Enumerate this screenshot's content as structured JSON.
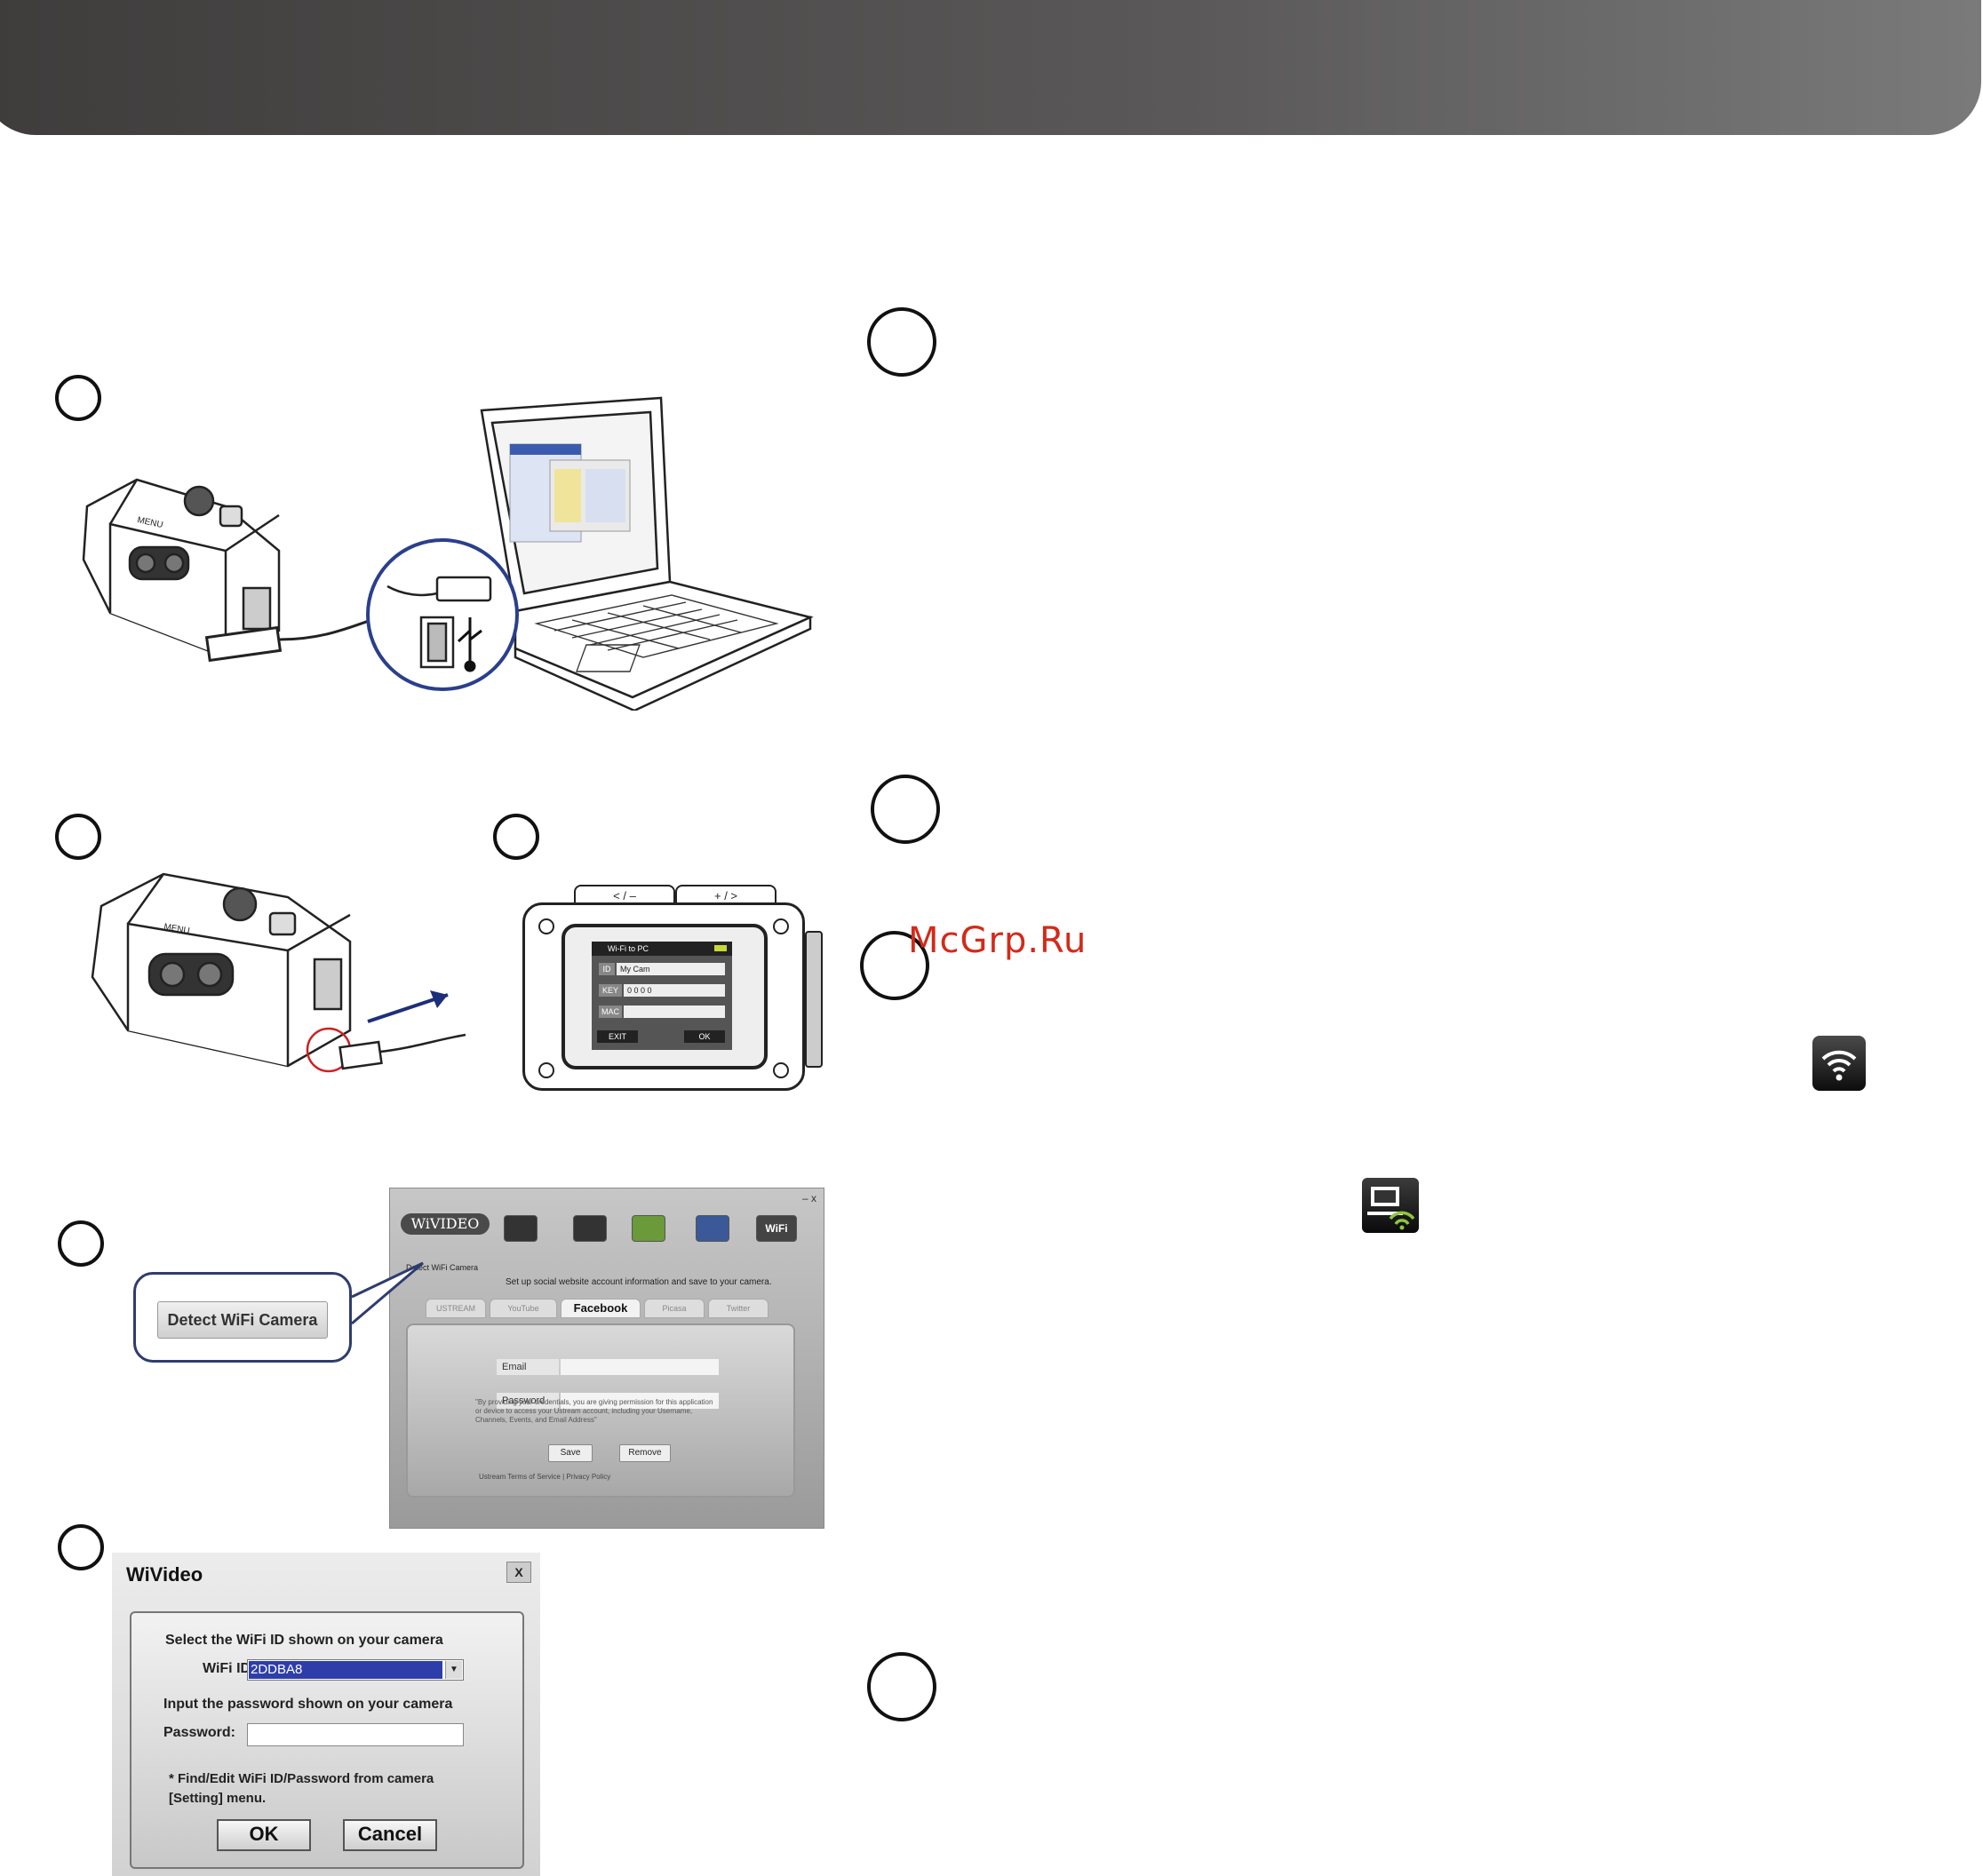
{
  "watermark": "McGrp.Ru",
  "illustrations": {
    "camera_screen": {
      "title": "Wi-Fi to PC",
      "id_label": "ID",
      "id_value": "My Cam",
      "key_label": "KEY",
      "key_value": "0 0 0 0",
      "mac_label": "MAC",
      "exit_label": "EXIT",
      "ok_label": "OK",
      "top_left_button": "< / –",
      "top_right_button": "+ / >"
    },
    "camera_body_label": "MENU"
  },
  "app": {
    "logo": "WiVIDEO",
    "wifi_badge": "WiFi",
    "window_controls": "– x",
    "detect_small": "Detect WiFi Camera",
    "hint": "Set up social website account information and save to your camera.",
    "tabs": [
      "USTREAM",
      "YouTube",
      "Facebook",
      "Picasa",
      "Twitter"
    ],
    "email_label": "Email",
    "password_label": "Password",
    "fine_print": "\"By providing your credentials, you are giving permission for this application or device to access your Ustream account, including your Username, Channels, Events, and Email Address\"",
    "save_button": "Save",
    "remove_button": "Remove",
    "terms": "Ustream Terms of Service | Privacy Policy"
  },
  "callout": {
    "detect_button": "Detect WiFi Camera"
  },
  "dialog": {
    "title": "WiVideo",
    "close": "X",
    "select_text": "Select the WiFi ID shown on your camera",
    "wifi_id_label": "WiFi ID:",
    "wifi_id_value": "2DDBA8",
    "input_text": "Input the password shown on your camera",
    "password_label": "Password:",
    "note_line1": "* Find/Edit WiFi ID/Password from camera",
    "note_line2": "[Setting] menu.",
    "ok_button": "OK",
    "cancel_button": "Cancel"
  },
  "icons": {
    "wifi": "wifi-icon",
    "pc_wifi": "pc-wifi-icon",
    "usb": "usb-icon"
  }
}
